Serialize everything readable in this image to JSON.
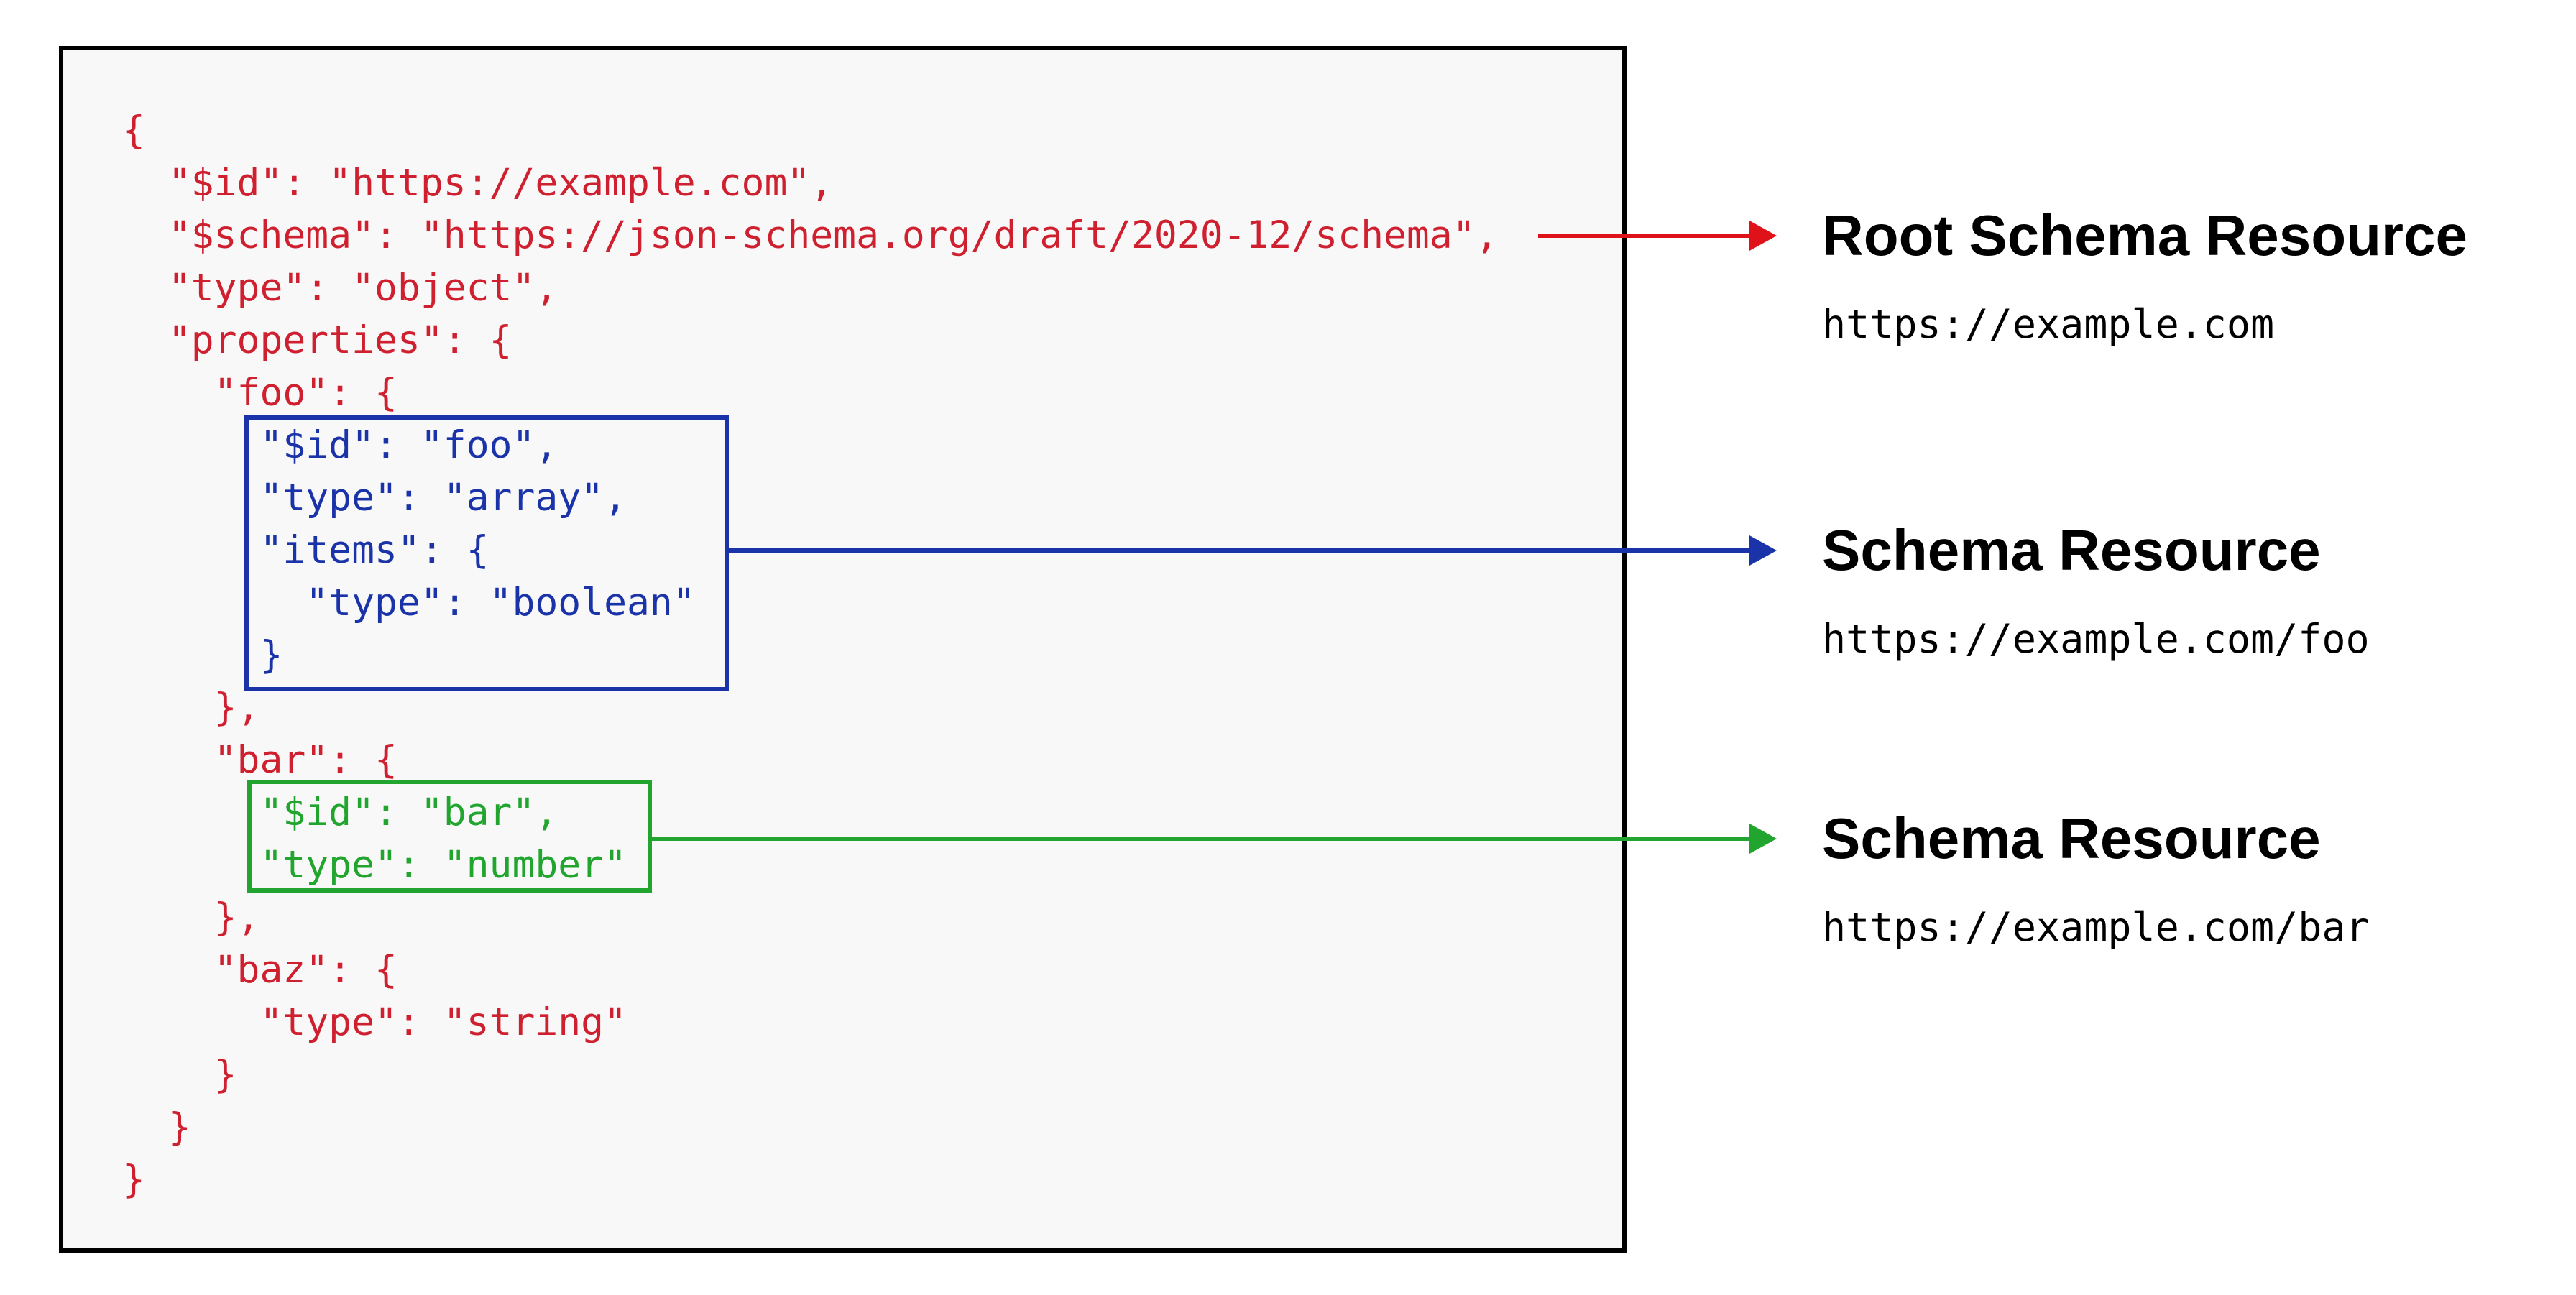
{
  "diagram": {
    "code": {
      "lines": [
        {
          "text": "{",
          "color": "red"
        },
        {
          "text": "  \"$id\": \"https://example.com\",",
          "color": "red"
        },
        {
          "text": "  \"$schema\": \"https://json-schema.org/draft/2020-12/schema\",",
          "color": "red"
        },
        {
          "text": "  \"type\": \"object\",",
          "color": "red"
        },
        {
          "text": "  \"properties\": {",
          "color": "red"
        },
        {
          "text": "    \"foo\": {",
          "color": "red"
        },
        {
          "text": "      \"$id\": \"foo\",",
          "color": "blue"
        },
        {
          "text": "      \"type\": \"array\",",
          "color": "blue"
        },
        {
          "text": "      \"items\": {",
          "color": "blue"
        },
        {
          "text": "        \"type\": \"boolean\"",
          "color": "blue"
        },
        {
          "text": "      }",
          "color": "blue"
        },
        {
          "text": "    },",
          "color": "red"
        },
        {
          "text": "    \"bar\": {",
          "color": "red"
        },
        {
          "text": "      \"$id\": \"bar\",",
          "color": "green"
        },
        {
          "text": "      \"type\": \"number\"",
          "color": "green"
        },
        {
          "text": "    },",
          "color": "red"
        },
        {
          "text": "    \"baz\": {",
          "color": "red"
        },
        {
          "text": "      \"type\": \"string\"",
          "color": "red"
        },
        {
          "text": "    }",
          "color": "red"
        },
        {
          "text": "  }",
          "color": "red"
        },
        {
          "text": "}",
          "color": "red"
        }
      ]
    },
    "annotations": [
      {
        "title": "Root Schema Resource",
        "url": "https://example.com",
        "color": "red"
      },
      {
        "title": "Schema Resource",
        "url": "https://example.com/foo",
        "color": "blue"
      },
      {
        "title": "Schema Resource",
        "url": "https://example.com/bar",
        "color": "green"
      }
    ],
    "colors": {
      "code_red": "#cf2030",
      "arrow_red": "#e01219",
      "blue": "#1a33a8",
      "green": "#21a52e",
      "box_border": "#000000",
      "box_bg": "#f8f8f8",
      "label_text": "#000000"
    }
  }
}
